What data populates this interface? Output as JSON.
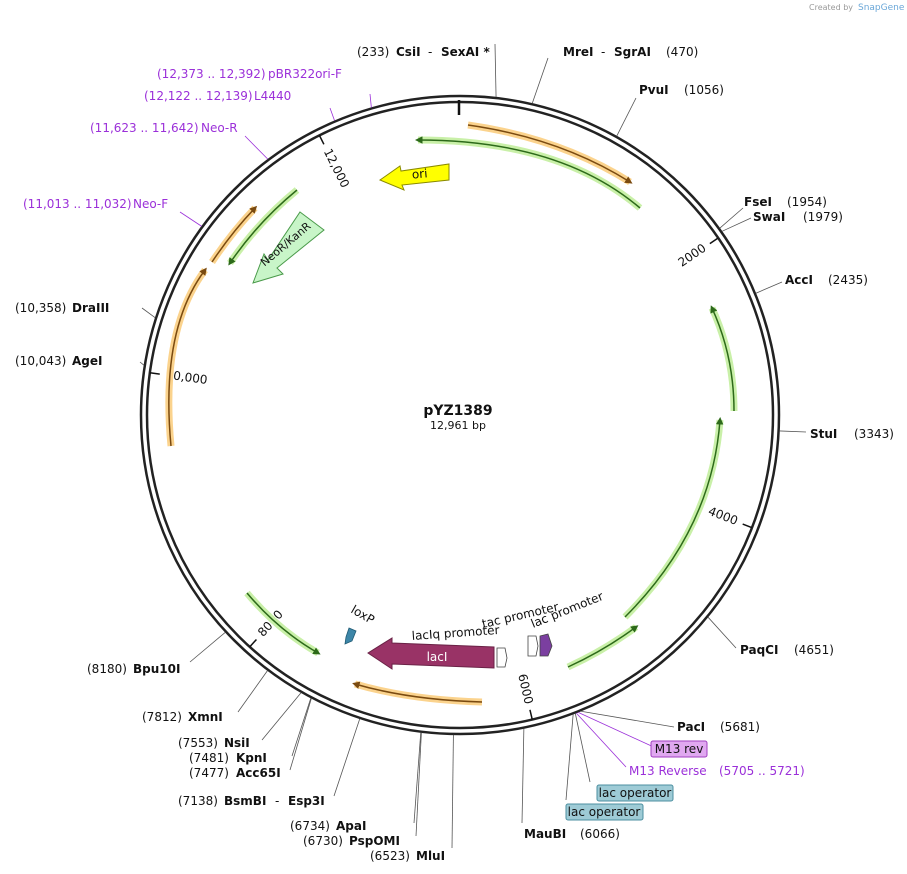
{
  "plasmid": {
    "name": "pYZ1389",
    "length_label": "12,961 bp",
    "length_bp": 12961
  },
  "credit": {
    "prefix": "Created by",
    "brand": "SnapGene"
  },
  "tick_labels": [
    {
      "label": "2000",
      "bp": 2000
    },
    {
      "label": "4000",
      "bp": 4000
    },
    {
      "label": "6000",
      "bp": 6000
    },
    {
      "label": "8000",
      "bp": 8000
    },
    {
      "label": "10,000",
      "bp": 10000
    },
    {
      "label": "12,000",
      "bp": 12000
    }
  ],
  "sites": [
    {
      "name": "CsiI",
      "name2": "SexAI *",
      "pos_label": "(233)",
      "bp": 233
    },
    {
      "name": "MreI",
      "name2": "SgrAI",
      "pos_label": "(470)",
      "bp": 470
    },
    {
      "name": "PvuI",
      "pos_label": "(1056)",
      "bp": 1056
    },
    {
      "name": "FseI",
      "pos_label": "(1954)",
      "bp": 1954
    },
    {
      "name": "SwaI",
      "pos_label": "(1979)",
      "bp": 1979
    },
    {
      "name": "AccI",
      "pos_label": "(2435)",
      "bp": 2435
    },
    {
      "name": "StuI",
      "pos_label": "(3343)",
      "bp": 3343
    },
    {
      "name": "PaqCI",
      "pos_label": "(4651)",
      "bp": 4651
    },
    {
      "name": "PacI",
      "pos_label": "(5681)",
      "bp": 5681
    },
    {
      "name": "MauBI",
      "pos_label": "(6066)",
      "bp": 6066
    },
    {
      "name": "MluI",
      "pos_label": "(6523)",
      "bp": 6523
    },
    {
      "name": "PspOMI",
      "pos_label": "(6730)",
      "bp": 6730
    },
    {
      "name": "ApaI",
      "pos_label": "(6734)",
      "bp": 6734
    },
    {
      "name": "BsmBI",
      "name2": "Esp3I",
      "pos_label": "(7138)",
      "bp": 7138
    },
    {
      "name": "Acc65I",
      "pos_label": "(7477)",
      "bp": 7477
    },
    {
      "name": "KpnI",
      "pos_label": "(7481)",
      "bp": 7481
    },
    {
      "name": "NsiI",
      "pos_label": "(7553)",
      "bp": 7553
    },
    {
      "name": "XmnI",
      "pos_label": "(7812)",
      "bp": 7812
    },
    {
      "name": "Bpu10I",
      "pos_label": "(8180)",
      "bp": 8180
    },
    {
      "name": "AgeI",
      "pos_label": "(10,043)",
      "bp": 10043
    },
    {
      "name": "DraIII",
      "pos_label": "(10,358)",
      "bp": 10358
    }
  ],
  "primers": [
    {
      "name": "pBR322ori-F",
      "range_label": "(12,373 .. 12,392)",
      "bp": 12382
    },
    {
      "name": "L4440",
      "range_label": "(12,122 .. 12,139)",
      "bp": 12130
    },
    {
      "name": "Neo-R",
      "range_label": "(11,623 .. 11,642)",
      "bp": 11632
    },
    {
      "name": "Neo-F",
      "range_label": "(11,013 .. 11,032)",
      "bp": 11022
    },
    {
      "name": "M13 Reverse",
      "range_label": "(5705 .. 5721)",
      "bp": 5713
    }
  ],
  "boxed_features": [
    {
      "label": "M13 rev",
      "color": "#e0a8f0",
      "border": "#a13fc0"
    },
    {
      "label": "lac operator",
      "color": "#9ecbd6",
      "border": "#4c8fa0"
    },
    {
      "label": "lac operator",
      "color": "#9ecbd6",
      "border": "#4c8fa0"
    }
  ],
  "features": [
    {
      "name": "ori",
      "color": "#ffff00",
      "border": "#8a8a00"
    },
    {
      "name": "NeoR/KanR",
      "color": "#c8f5c8",
      "border": "#4a9a4a"
    },
    {
      "name": "lacI",
      "color": "#993366",
      "border": "#6a2246"
    },
    {
      "name": "lacIq promoter",
      "color": "#ffffff"
    },
    {
      "name": "tac promoter",
      "color": "#ffffff"
    },
    {
      "name": "lac promoter",
      "color": "#ffffff"
    },
    {
      "name": "loxP",
      "color": "#3d86a8"
    }
  ],
  "colors": {
    "orf": "#f5a623",
    "green_arc": "#6fcf3f",
    "backbone": "#222222"
  }
}
